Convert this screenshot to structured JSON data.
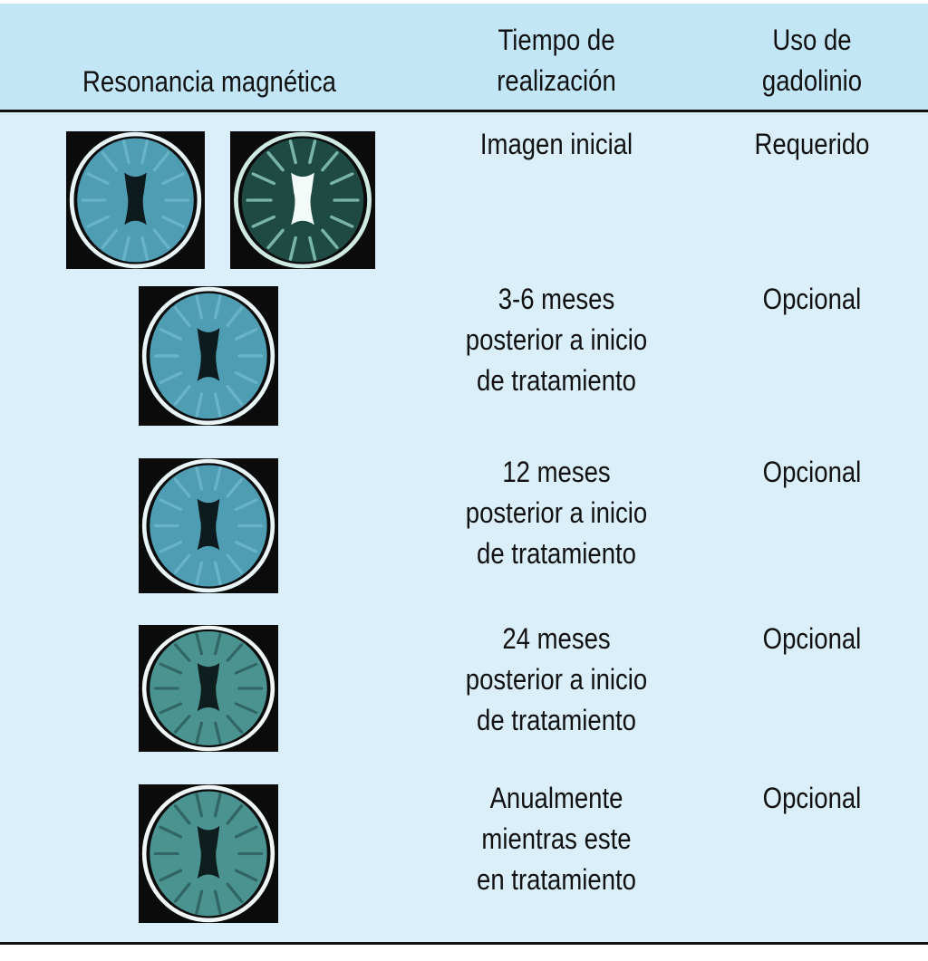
{
  "header": {
    "col1": "Resonancia magnética",
    "col2": [
      "Tiempo de",
      "realización"
    ],
    "col3": [
      "Uso de",
      "gadolinio"
    ]
  },
  "rows": [
    {
      "images": [
        "mri-flair",
        "mri-t2"
      ],
      "timing": [
        "Imagen inicial"
      ],
      "gadolinium": "Requerido"
    },
    {
      "images": [
        "mri-flair"
      ],
      "timing": [
        "3-6 meses",
        "posterior a inicio",
        "de tratamiento"
      ],
      "gadolinium": "Opcional"
    },
    {
      "images": [
        "mri-flair"
      ],
      "timing": [
        "12 meses",
        "posterior a inicio",
        "de tratamiento"
      ],
      "gadolinium": "Opcional"
    },
    {
      "images": [
        "mri-t1"
      ],
      "timing": [
        "24 meses",
        "posterior a inicio",
        "de tratamiento"
      ],
      "gadolinium": "Opcional"
    },
    {
      "images": [
        "mri-t1"
      ],
      "timing": [
        "Anualmente",
        "mientras este",
        "en tratamiento"
      ],
      "gadolinium": "Opcional"
    }
  ],
  "colors": {
    "header_bg": "#c3e6f6",
    "body_bg": "#daeffa"
  }
}
